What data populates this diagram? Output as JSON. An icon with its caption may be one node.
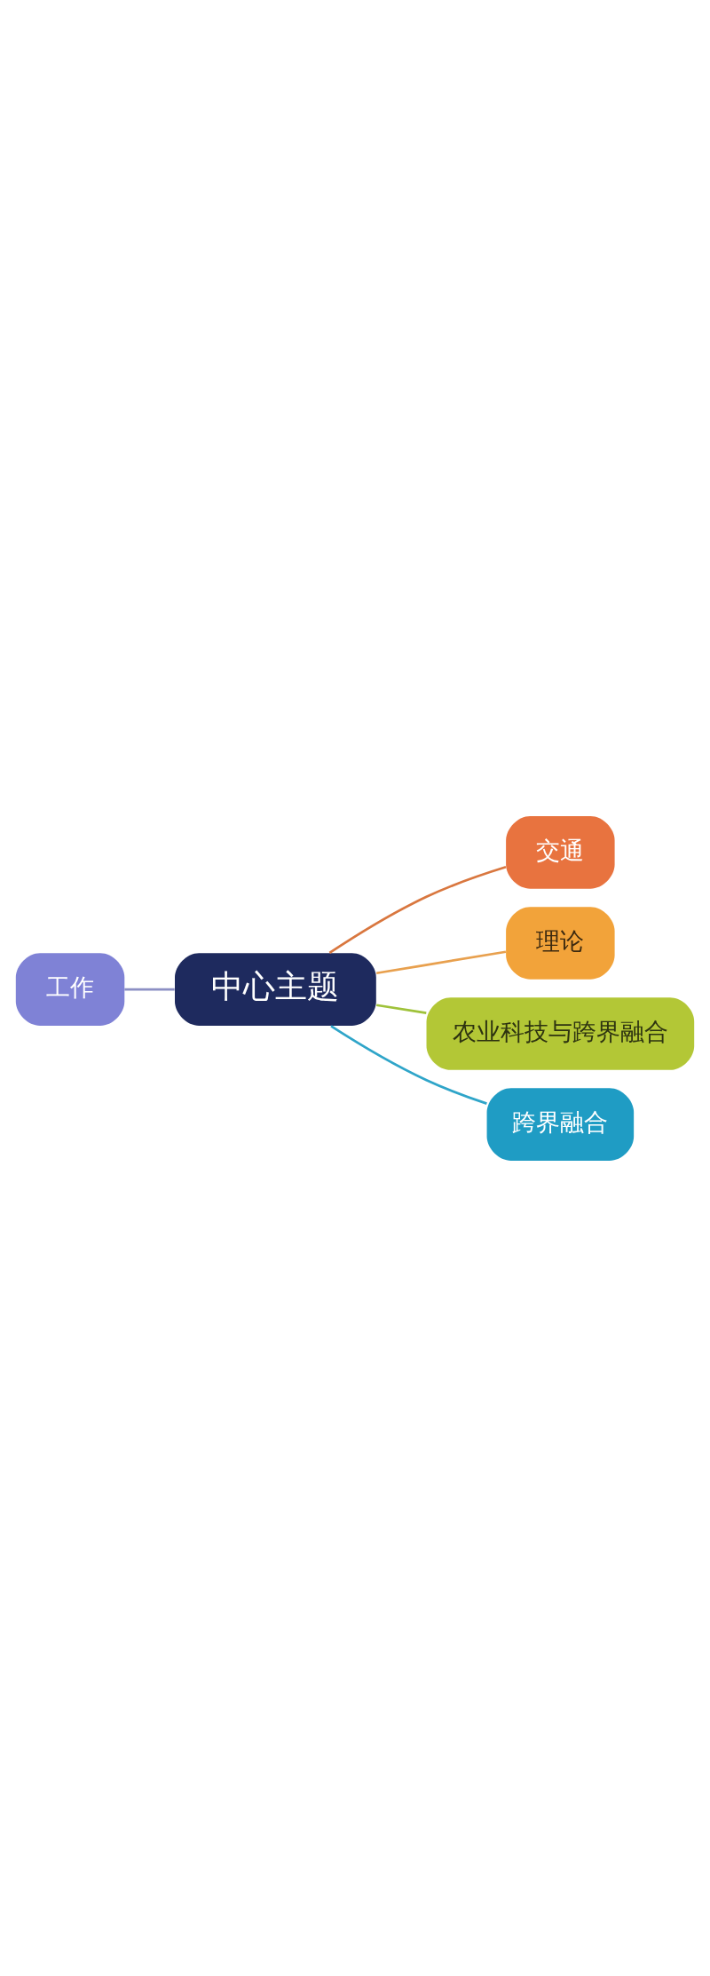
{
  "diagram": {
    "nodes": [
      {
        "text": [
          "中心主题"
        ]
      },
      {
        "text": [
          "交通"
        ]
      },
      {
        "text": [
          "理论"
        ]
      },
      {
        "text": [
          "农业科技与跨界融合"
        ]
      },
      {
        "text": [
          "跨界融合"
        ]
      },
      {
        "text": [
          "工作"
        ]
      }
    ],
    "edges": [
      {
        "from": 0,
        "to": 1,
        "arrow": "none",
        "color": "#d9773f"
      },
      {
        "from": 0,
        "to": 2,
        "arrow": "none",
        "color": "#e8a04e"
      },
      {
        "from": 0,
        "to": 3,
        "arrow": "none",
        "color": "#9fc23a"
      },
      {
        "from": 0,
        "to": 4,
        "arrow": "none",
        "color": "#2fa5c9"
      },
      {
        "from": 0,
        "to": 5,
        "arrow": "none",
        "color": "#8c8fc4"
      }
    ]
  }
}
